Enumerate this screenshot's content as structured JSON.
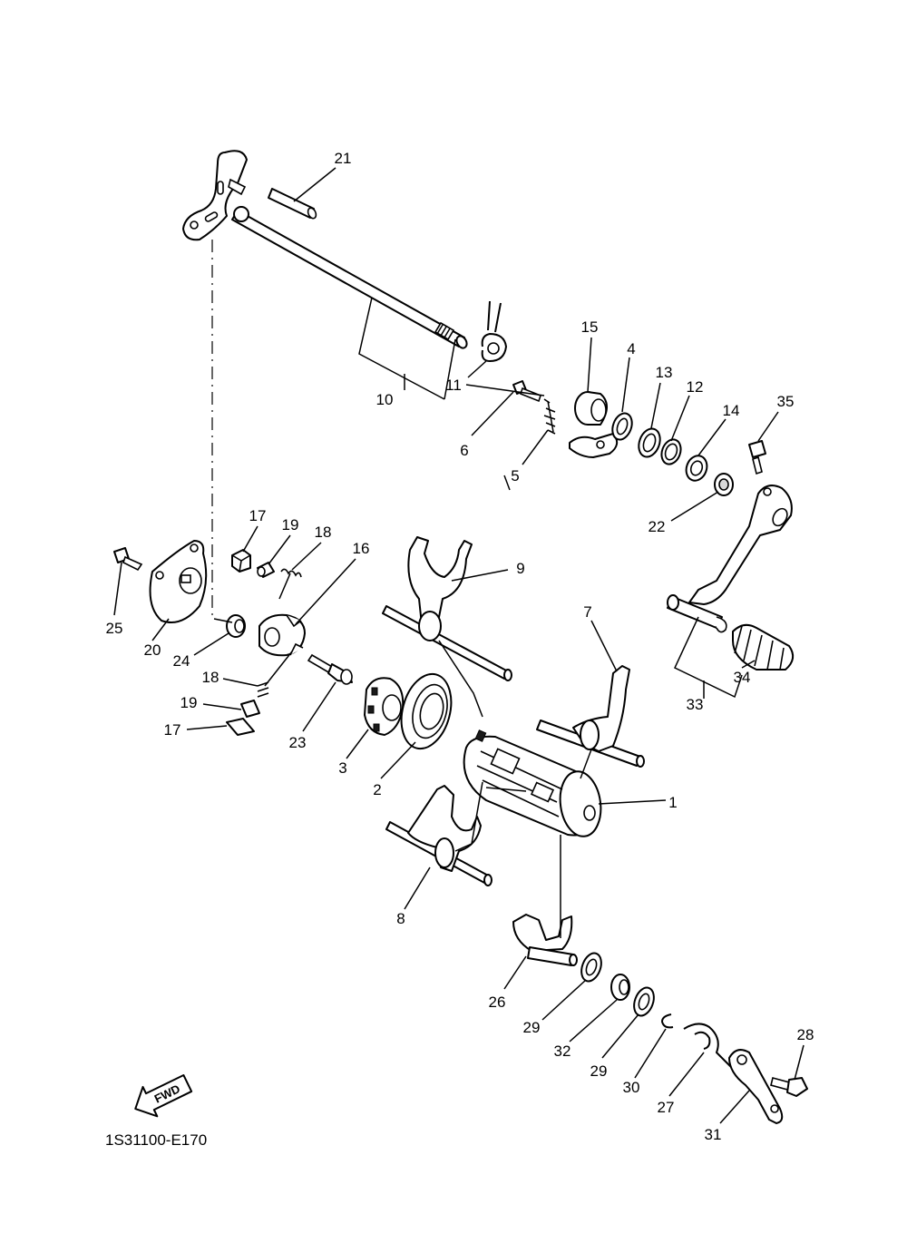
{
  "diagram": {
    "drawing_code": "1S31100-E170",
    "direction_badge": "FWD",
    "callouts": [
      "1",
      "2",
      "3",
      "4",
      "5",
      "6",
      "7",
      "8",
      "9",
      "10",
      "11",
      "12",
      "13",
      "14",
      "15",
      "16",
      "17",
      "18",
      "19",
      "20",
      "21",
      "22",
      "23",
      "24",
      "25",
      "26",
      "27",
      "28",
      "29",
      "30",
      "31",
      "32",
      "33",
      "34",
      "35"
    ],
    "label_17_b": "17",
    "label_18_b": "18",
    "label_19_b": "19",
    "label_29_b": "29"
  }
}
